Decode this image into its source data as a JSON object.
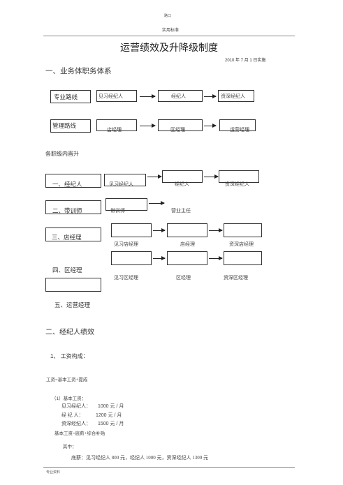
{
  "header": {
    "top_tag": "路口",
    "label": "实用标准"
  },
  "title": "运营绩效及升降级制度",
  "date": "2010 年 7 月 1 日实施",
  "section1": {
    "heading": "一、业务体职务体系",
    "prof_route": {
      "label": "专业路线",
      "steps": [
        "见习经纪人",
        "经纪人",
        "资深经纪人"
      ]
    },
    "mgmt_route": {
      "label": "管理路线",
      "steps": [
        "店经理",
        "区经理",
        "运营经理"
      ]
    }
  },
  "promotion": {
    "heading": "各职级内晋升",
    "agent": {
      "label": "一、经纪人",
      "steps": [
        "见习经纪人",
        "经纪人",
        "资深经纪人"
      ]
    },
    "trainer": {
      "label": "二、带训师",
      "steps": [
        "带训师",
        "营业主任"
      ]
    },
    "store_mgr": {
      "label": "三、店经理",
      "steps": [
        "见习店经理",
        "店经理",
        "资深店经理"
      ]
    },
    "area_mgr": {
      "label": "四、区经理",
      "steps": [
        "见习区经理",
        "区经理",
        "资深区经理"
      ]
    },
    "ops_mgr": {
      "label": "五、运营经理"
    }
  },
  "section2": {
    "heading": "二、经纪人绩效",
    "item1": "1、 工资构成：",
    "formula1": "工资=基本工资+提成",
    "basic_title": "（1）基本工资：",
    "rows": [
      {
        "role": "见习经纪人：",
        "amount": "1000 元 / 月"
      },
      {
        "role": "经 纪 人：",
        "amount": "1200 元 / 月"
      },
      {
        "role": "资深经纪人：",
        "amount": "1500 元 / 月"
      }
    ],
    "formula2": "基本工资=底薪+综合补贴",
    "among": "其中：",
    "base_salary": "底薪：见习经纪人 800 元，经纪人 1000 元，资深经纪人 1300 元"
  },
  "footer": "专业资料"
}
